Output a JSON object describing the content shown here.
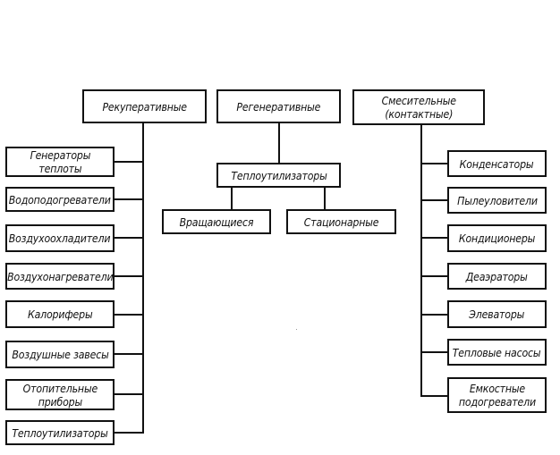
{
  "top": {
    "recuperative": "Рекуперативные",
    "regenerative": "Регенеративные",
    "mixing_line1": "Смесительные",
    "mixing_line2": "(контактные)"
  },
  "regenerative_branch": {
    "heat_utilizers": "Теплоутилизаторы",
    "rotating": "Вращающиеся",
    "stationary": "Стационарные"
  },
  "left_items": [
    {
      "line1": "Генераторы",
      "line2": "теплоты"
    },
    {
      "line1": "Водоподогреватели",
      "line2": ""
    },
    {
      "line1": "Воздухоохладители",
      "line2": ""
    },
    {
      "line1": "Воздухонагреватели",
      "line2": ""
    },
    {
      "line1": "Калориферы",
      "line2": ""
    },
    {
      "line1": "Воздушные завесы",
      "line2": ""
    },
    {
      "line1": "Отопительные",
      "line2": "приборы"
    },
    {
      "line1": "Теплоутилизаторы",
      "line2": ""
    }
  ],
  "right_items": [
    {
      "line1": "Конденсаторы",
      "line2": ""
    },
    {
      "line1": "Пылеуловители",
      "line2": ""
    },
    {
      "line1": "Кондиционеры",
      "line2": ""
    },
    {
      "line1": "Деаэраторы",
      "line2": ""
    },
    {
      "line1": "Элеваторы",
      "line2": ""
    },
    {
      "line1": "Тепловые насосы",
      "line2": ""
    },
    {
      "line1": "Емкостные",
      "line2": "подогреватели"
    }
  ]
}
